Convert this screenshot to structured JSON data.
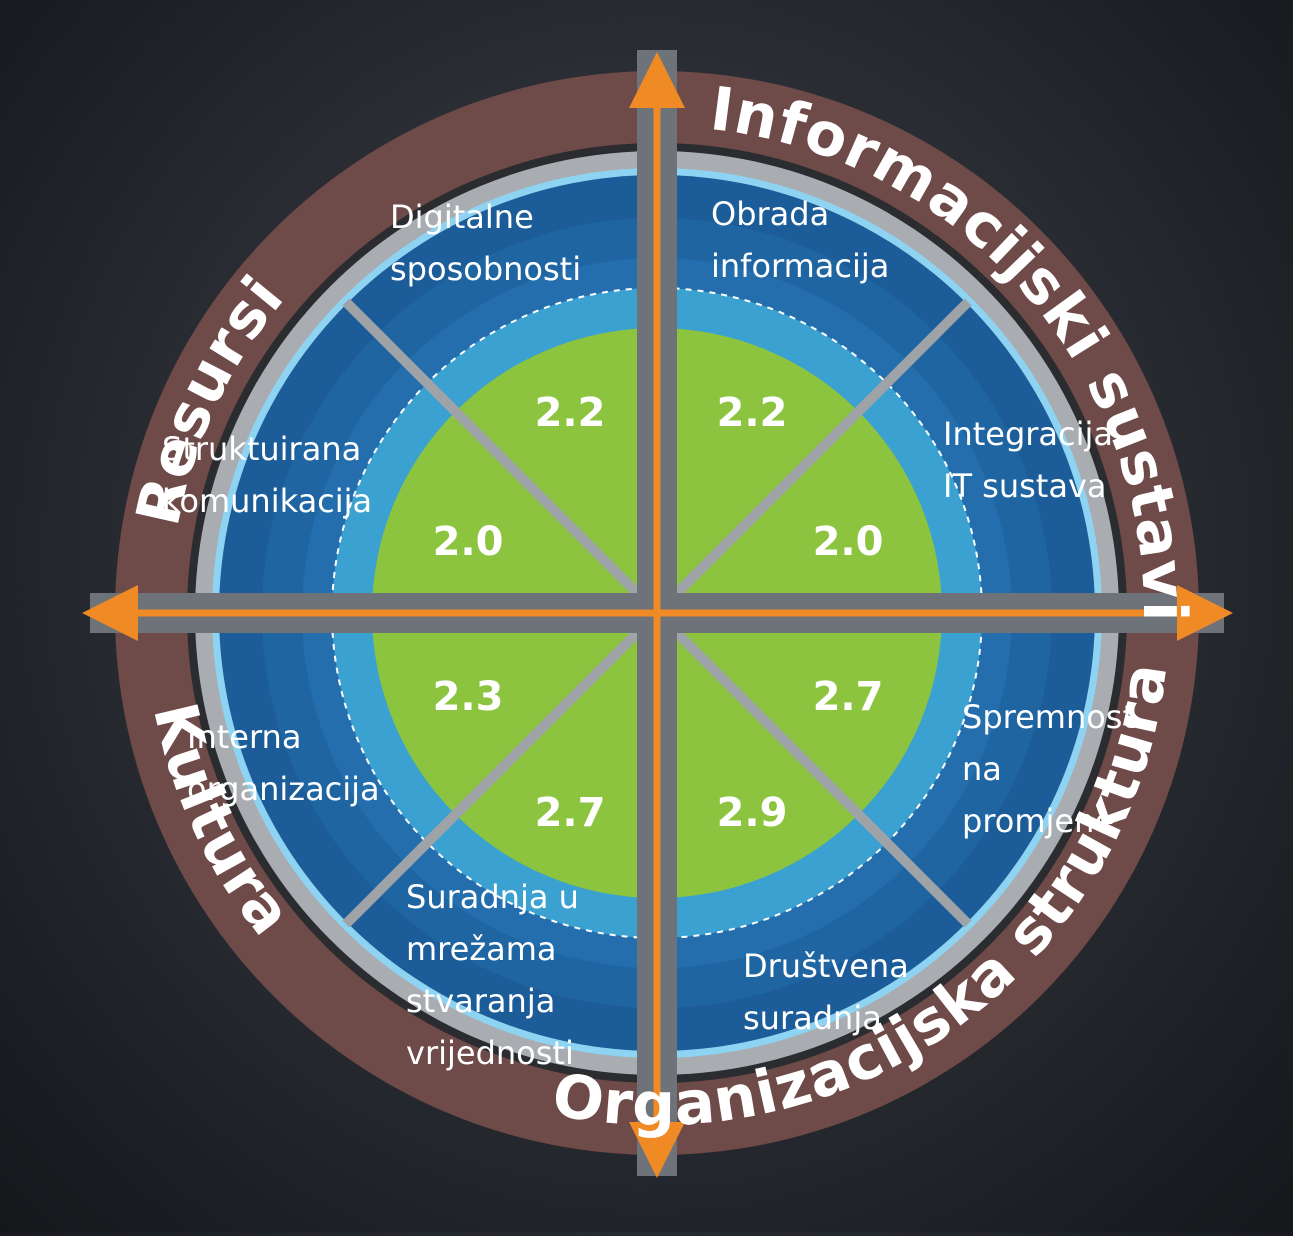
{
  "dimensions": [
    {
      "id": "resursi",
      "label": "Resursi"
    },
    {
      "id": "informacijski",
      "label": "Informacijski sustavi"
    },
    {
      "id": "kultura",
      "label": "Kultura"
    },
    {
      "id": "organizacijska",
      "label": "Organizacijska struktura"
    }
  ],
  "segments": [
    {
      "lines": [
        "Digitalne",
        "sposobnosti"
      ],
      "score": "2.2"
    },
    {
      "lines": [
        "Obrada",
        "informacija"
      ],
      "score": "2.2"
    },
    {
      "lines": [
        "Integracija",
        "IT sustava"
      ],
      "score": "2.0"
    },
    {
      "lines": [
        "Spremnost",
        "na",
        "promjene"
      ],
      "score": "2.7"
    },
    {
      "lines": [
        "Društvena",
        "suradnja"
      ],
      "score": "2.9"
    },
    {
      "lines": [
        "Suradnja u",
        "mrežama",
        "stvaranja",
        "vrijednosti"
      ],
      "score": "2.7"
    },
    {
      "lines": [
        "Interna",
        "organizacija"
      ],
      "score": "2.3"
    },
    {
      "lines": [
        "Struktuirana",
        "komunikacija"
      ],
      "score": "2.0"
    }
  ],
  "colors": {
    "outer_ring": "#6e4a48",
    "dark_blue": "#1c5d99",
    "mid_blue": "#226aa8",
    "light_blue": "#3aa1d0",
    "pale_blue_line": "#8fd3f2",
    "green": "#8cc43f",
    "orange_axis": "#f08a24",
    "divider": "#9ea3a8"
  }
}
